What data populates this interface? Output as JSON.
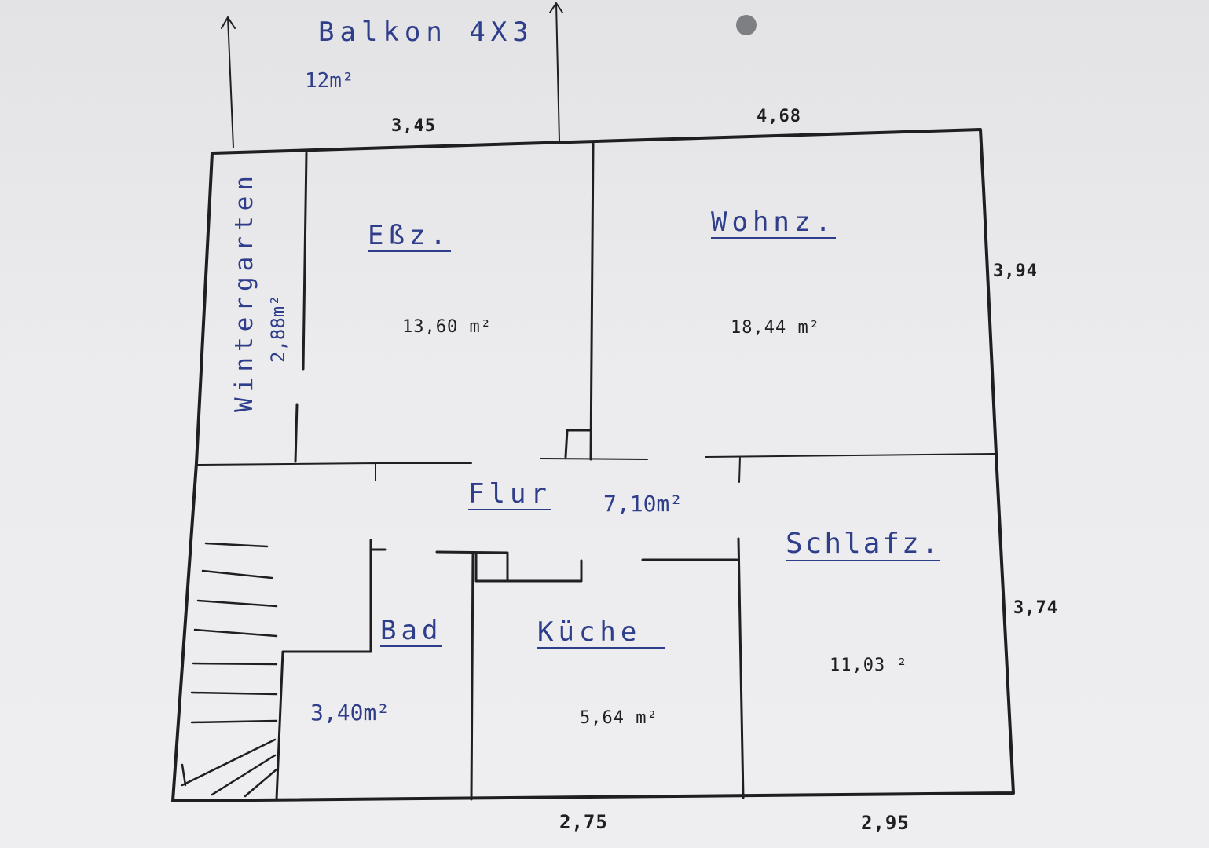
{
  "colors": {
    "ink": "#2f3e8a",
    "pencil": "#1f1f22",
    "paper": "#eeeef0"
  },
  "balcony": {
    "title": "Balkon 4X3",
    "area": "12m²"
  },
  "dimensions": {
    "top_left": "3,45",
    "top_right": "4,68",
    "right_upper": "3,94",
    "right_lower": "3,74",
    "bottom_left": "2,75",
    "bottom_right": "2,95"
  },
  "rooms": {
    "wintergarten": {
      "name": "Wintergarten",
      "area": "2,88m²"
    },
    "esszimmer": {
      "name": "Eßz.",
      "area": "13,60 m²"
    },
    "wohnzimmer": {
      "name": "Wohnz.",
      "area": "18,44 m²"
    },
    "flur": {
      "name": "Flur",
      "area": "7,10m²"
    },
    "schlafzimmer": {
      "name": "Schlafz.",
      "area": "11,03 ²"
    },
    "bad": {
      "name": "Bad",
      "area": "3,40m²"
    },
    "kueche": {
      "name": "Küche",
      "area": "5,64 m²"
    }
  }
}
